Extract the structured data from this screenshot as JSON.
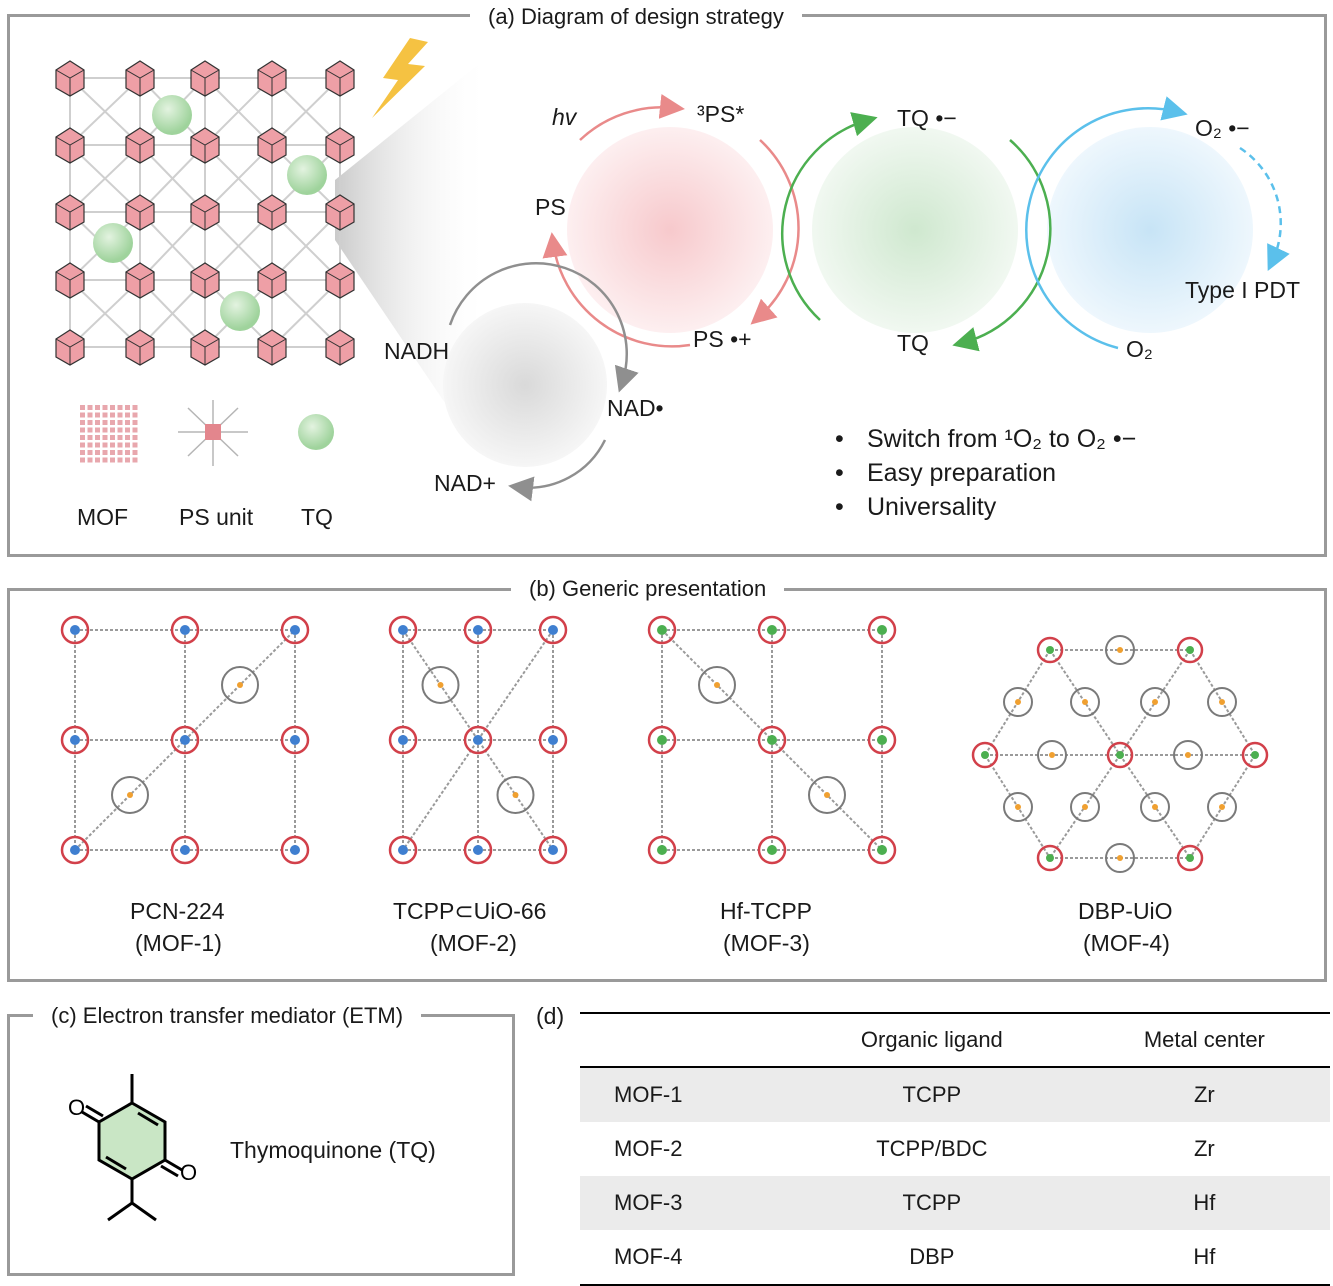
{
  "panel_a": {
    "title": "(a) Diagram of design strategy",
    "hv": "hv",
    "ps_excited": "³PS*",
    "ps": "PS",
    "ps_radical": "PS •+",
    "tq_radical": "TQ •−",
    "tq": "TQ",
    "o2_radical": "O₂ •−",
    "o2": "O₂",
    "type1": "Type I PDT",
    "nadh": "NADH",
    "nad_radical": "NAD•",
    "nad_plus": "NAD+",
    "legend": {
      "mof": "MOF",
      "ps_unit": "PS unit",
      "tq": "TQ"
    },
    "bullets": [
      "Switch from ¹O₂ to O₂ •−",
      "Easy preparation",
      "Universality"
    ],
    "colors": {
      "ps_cycle": "#e98a8a",
      "tq_cycle": "#4caf50",
      "o2_cycle": "#5bc0eb",
      "nad_cycle": "#8f8f8f",
      "bolt": "#f5c242",
      "cube": "#ee9fa6"
    }
  },
  "panel_b": {
    "title": "(b) Generic presentation",
    "mofs": [
      {
        "name": "PCN-224",
        "id": "(MOF-1)"
      },
      {
        "name": "TCPP⊂UiO-66",
        "id": "(MOF-2)"
      },
      {
        "name": "Hf-TCPP",
        "id": "(MOF-3)"
      },
      {
        "name": "DBP-UiO",
        "id": "(MOF-4)"
      }
    ]
  },
  "panel_c": {
    "title": "(c) Electron transfer mediator (ETM)",
    "molecule": "Thymoquinone (TQ)",
    "atom_o": "O"
  },
  "panel_d": {
    "label": "(d)",
    "headers": [
      "",
      "Organic ligand",
      "Metal center"
    ],
    "rows": [
      [
        "MOF-1",
        "TCPP",
        "Zr"
      ],
      [
        "MOF-2",
        "TCPP/BDC",
        "Zr"
      ],
      [
        "MOF-3",
        "TCPP",
        "Hf"
      ],
      [
        "MOF-4",
        "DBP",
        "Hf"
      ]
    ]
  }
}
